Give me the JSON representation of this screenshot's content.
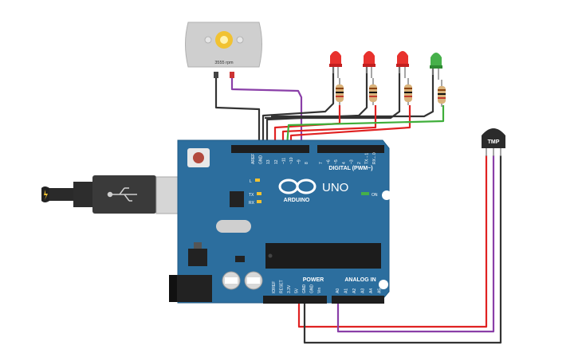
{
  "motor": {
    "rpm_label": "3555 rpm"
  },
  "arduino": {
    "brand": "ARDUINO",
    "model": "UNO",
    "digital_label": "DIGITAL (PWM~)",
    "power_label": "POWER",
    "analog_label": "ANALOG IN",
    "tx_label": "TX",
    "rx_label": "RX",
    "l_label": "L",
    "on_label": "ON",
    "digital_pins": [
      "AREF",
      "GND",
      "13",
      "12",
      "~11",
      "~10",
      "~9",
      "8",
      "7",
      "~6",
      "~5",
      "4",
      "~3",
      "2",
      "TX→1",
      "RX←0"
    ],
    "power_pins": [
      "IOREF",
      "RESET",
      "3.3V",
      "5V",
      "GND",
      "GND",
      "Vin"
    ],
    "analog_pins": [
      "A0",
      "A1",
      "A2",
      "A3",
      "A4",
      "A5"
    ]
  },
  "sensor": {
    "label": "TMP"
  },
  "leds": [
    {
      "color": "red"
    },
    {
      "color": "red"
    },
    {
      "color": "red"
    },
    {
      "color": "green"
    }
  ],
  "colors": {
    "board": "#2c6e9e",
    "board_edge": "#1f5a85",
    "wire_red": "#e02222",
    "wire_black": "#333333",
    "wire_green": "#3fae3a",
    "wire_purple": "#8a3fa8",
    "led_red": "#e8312d",
    "led_green": "#46b04a"
  }
}
